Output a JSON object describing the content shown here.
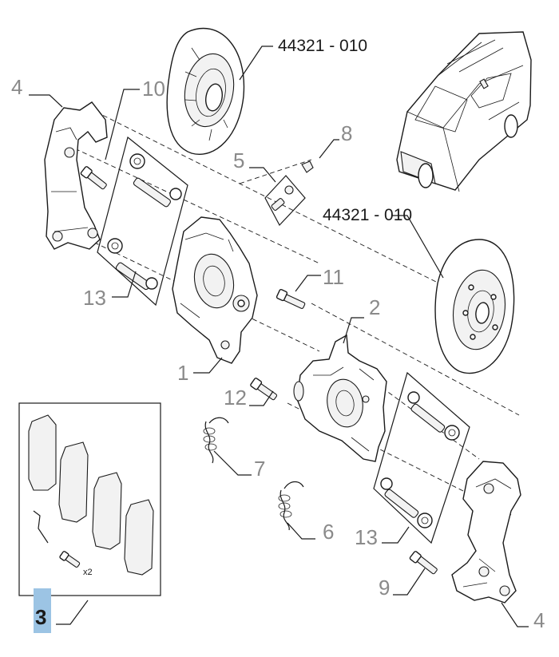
{
  "diagram": {
    "callouts": {
      "c1": "1",
      "c2": "2",
      "c3": "3",
      "c4a": "4",
      "c4b": "4",
      "c5": "5",
      "c6": "6",
      "c7": "7",
      "c8": "8",
      "c9": "9",
      "c10": "10",
      "c11": "11",
      "c12": "12",
      "c13a": "13",
      "c13b": "13"
    },
    "part_numbers": {
      "disc_rear_top": "44321 - 010",
      "disc_rear_right": "44321 - 010"
    },
    "quantity_label": "x2",
    "colors": {
      "highlight": "#9cc4e4",
      "callout_text": "#8a8a8a",
      "line": "#1a1a1a"
    }
  }
}
